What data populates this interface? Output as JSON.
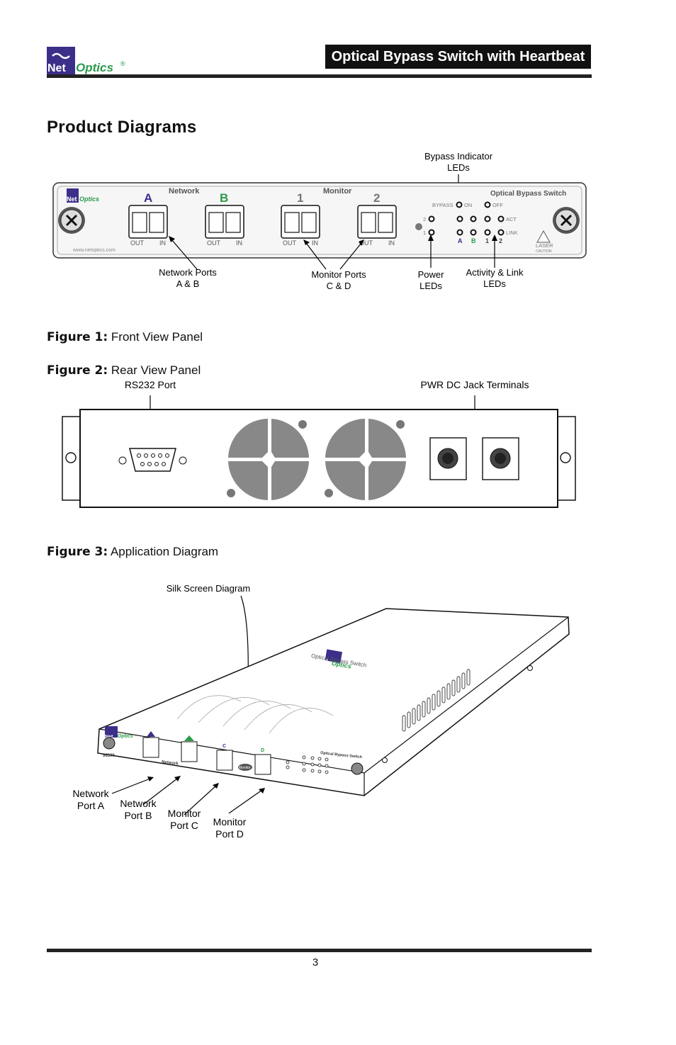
{
  "header": {
    "brand_net": "Net",
    "brand_optics": "Optics",
    "registered": "®",
    "title": "Optical Bypass Switch with Heartbeat"
  },
  "page_title": "Product Diagrams",
  "figure1": {
    "label": "Figure 1:",
    "caption": "Front View Panel",
    "panel": {
      "brand_net": "Net",
      "brand_optics": "Optics",
      "port_a": "A",
      "port_b": "B",
      "port_1": "1",
      "port_2": "2",
      "network": "Network",
      "monitor": "Monitor",
      "out": "OUT",
      "in": "IN",
      "product_name": "Optical Bypass Switch",
      "bypass": "BYPASS",
      "on": "ON",
      "off": "OFF",
      "act": "ACT",
      "link": "LINK",
      "led_a": "A",
      "led_b": "B",
      "led_1": "1",
      "led_2": "2",
      "pwr_2": "2",
      "pwr_1": "1",
      "laser": "LASER",
      "caution": "CAUTION",
      "url": "www.netoptics.com"
    },
    "callouts": {
      "bypass_1": "Bypass Indicator",
      "bypass_2": "LEDs",
      "network_1": "Network Ports",
      "network_2": "A & B",
      "monitor_1": "Monitor Ports",
      "monitor_2": "C & D",
      "power_1": "Power",
      "power_2": "LEDs",
      "activity_1": "Activity & Link",
      "activity_2": "LEDs"
    }
  },
  "figure2": {
    "label": "Figure 2:",
    "caption": "Rear View Panel",
    "callouts": {
      "rs232": "RS232 Port",
      "pwr": "PWR DC Jack Terminals"
    }
  },
  "figure3": {
    "label": "Figure 3:",
    "caption": "Application Diagram",
    "callouts": {
      "silk": "Silk Screen Diagram",
      "a_1": "Network",
      "a_2": "Port A",
      "b_1": "Network",
      "b_2": "Port B",
      "c_1": "Monitor",
      "c_2": "Port C",
      "d_1": "Monitor",
      "d_2": "Port D"
    },
    "device": {
      "brand_net": "Net",
      "brand_optics": "Optics",
      "top_label": "Optical Bypass Switch",
      "model": "96590",
      "network": "Network",
      "monitor": "Monitor",
      "port_c": "C",
      "port_d": "D",
      "front_label": "Optical Bypass Switch"
    }
  },
  "page_number": "3"
}
